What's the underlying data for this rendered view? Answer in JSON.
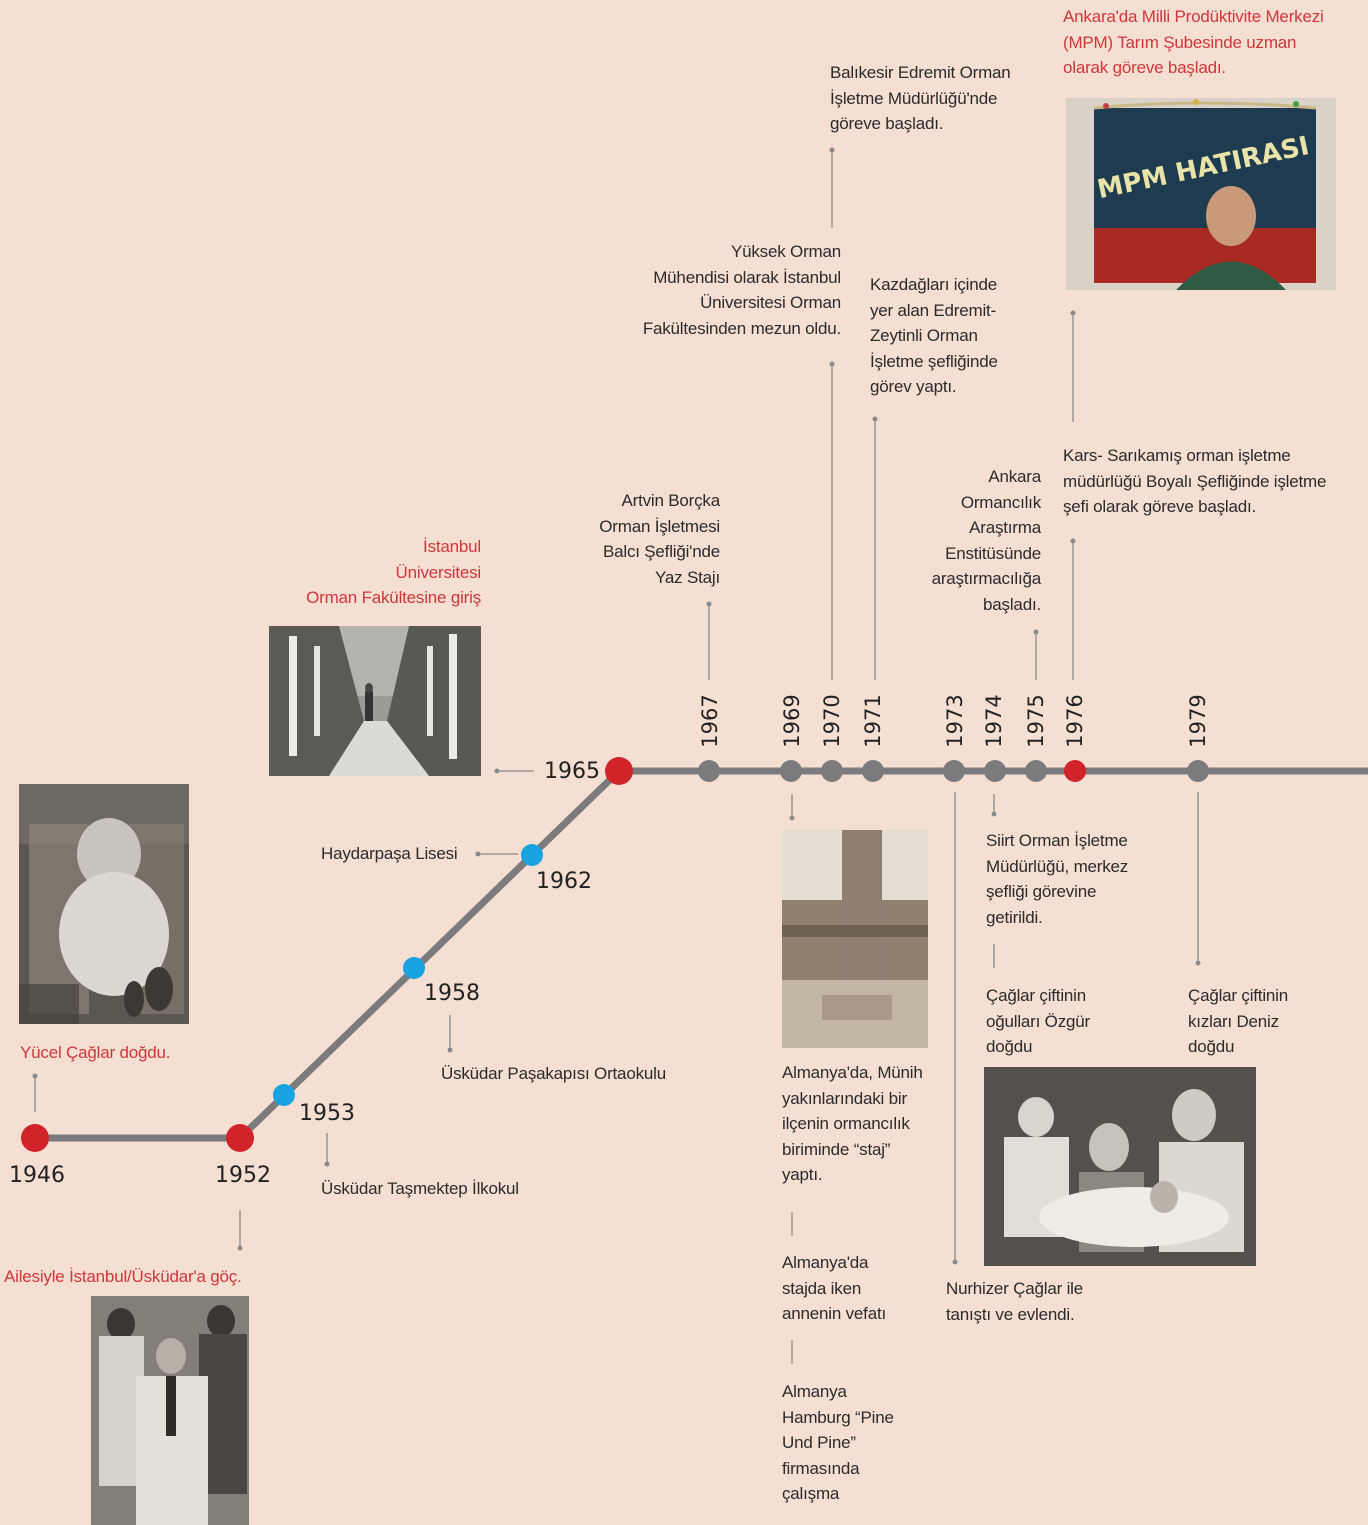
{
  "colors": {
    "background": "#f5dfd3",
    "line": "#7b7b7d",
    "dot_red": "#d1232a",
    "dot_blue": "#1aa3e2",
    "dot_gray": "#7b7b7d",
    "text": "#2b2b2b",
    "text_red": "#d1363b"
  },
  "years": {
    "y1946": "1946",
    "y1952": "1952",
    "y1953": "1953",
    "y1958": "1958",
    "y1962": "1962",
    "y1965": "1965",
    "y1967": "1967",
    "y1969": "1969",
    "y1970": "1970",
    "y1971": "1971",
    "y1973": "1973",
    "y1974": "1974",
    "y1975": "1975",
    "y1976": "1976",
    "y1979": "1979"
  },
  "events": {
    "born": "Yücel Çağlar doğdu.",
    "migration": "Ailesiyle İstanbul/Üsküdar'a göç.",
    "primary_school": "Üsküdar Taşmektep İlkokul",
    "middle_school": "Üsküdar Paşakapısı Ortaokulu",
    "high_school": "Haydarpaşa Lisesi",
    "university_entry": "İstanbul\nÜniversitesi\nOrman Fakültesine giriş",
    "artvin": "Artvin Borçka\nOrman İşletmesi\nBalcı Şefliği'nde\nYaz Stajı",
    "graduation": "Yüksek Orman\nMühendisi olarak İstanbul\nÜniversitesi Orman\nFakültesinden mezun oldu.",
    "balikesir": "Balıkesir Edremit Orman\nİşletme Müdürlüğü'nde\ngöreve başladı.",
    "kazdaglari": "Kazdağları içinde\nyer alan Edremit-\nZeytinli Orman\nİşletme şefliğinde\ngörev  yaptı.",
    "ankara_research": "Ankara\nOrmancılık\nAraştırma\nEnstitüsünde\naraştırmacılığa\nbaşladı.",
    "mpm": "Ankara'da Milli Prodüktivite Merkezi\n(MPM) Tarım Şubesinde uzman\nolarak göreve başladı.",
    "kars": "Kars- Sarıkamış orman işletme\nmüdürlüğü Boyalı Şefliğinde işletme\nşefi olarak göreve başladı.",
    "germany_intern": "Almanya'da, Münih\nyakınlarındaki bir\nilçenin ormancılık\nbiriminde “staj”\nyaptı.",
    "mother_death": "Almanya'da\nstajda iken\nannenin vefatı",
    "hamburg": "Almanya\nHamburg “Pine\nUnd Pine”\nfirmasında\nçalışma",
    "siirt": "Siirt Orman İşletme\nMüdürlüğü, merkez\nşefliği görevine\ngetirildi.",
    "son_born": "Çağlar çiftinin\noğulları Özgür\ndoğdu",
    "marriage": "Nurhizer Çağlar ile\ntanıştı ve evlendi.",
    "daughter_born": "Çağlar çiftinin\nkızları Deniz\ndoğdu"
  },
  "photos": {
    "mpm_banner": "MPM HATIRASI"
  }
}
